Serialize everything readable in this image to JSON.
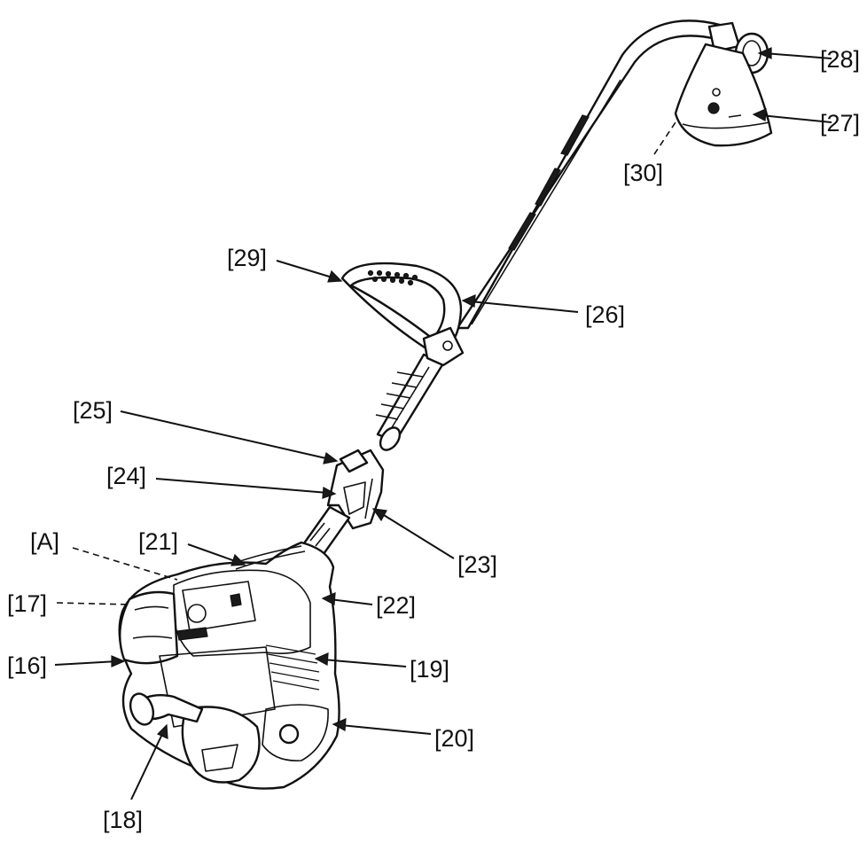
{
  "callouts": {
    "c28": "[28]",
    "c27": "[27]",
    "c30": "[30]",
    "c29": "[29]",
    "c26": "[26]",
    "c25": "[25]",
    "c24": "[24]",
    "c23": "[23]",
    "cA": "[A]",
    "c21": "[21]",
    "c17": "[17]",
    "c22": "[22]",
    "c16": "[16]",
    "c19": "[19]",
    "c20": "[20]",
    "c18": "[18]"
  }
}
